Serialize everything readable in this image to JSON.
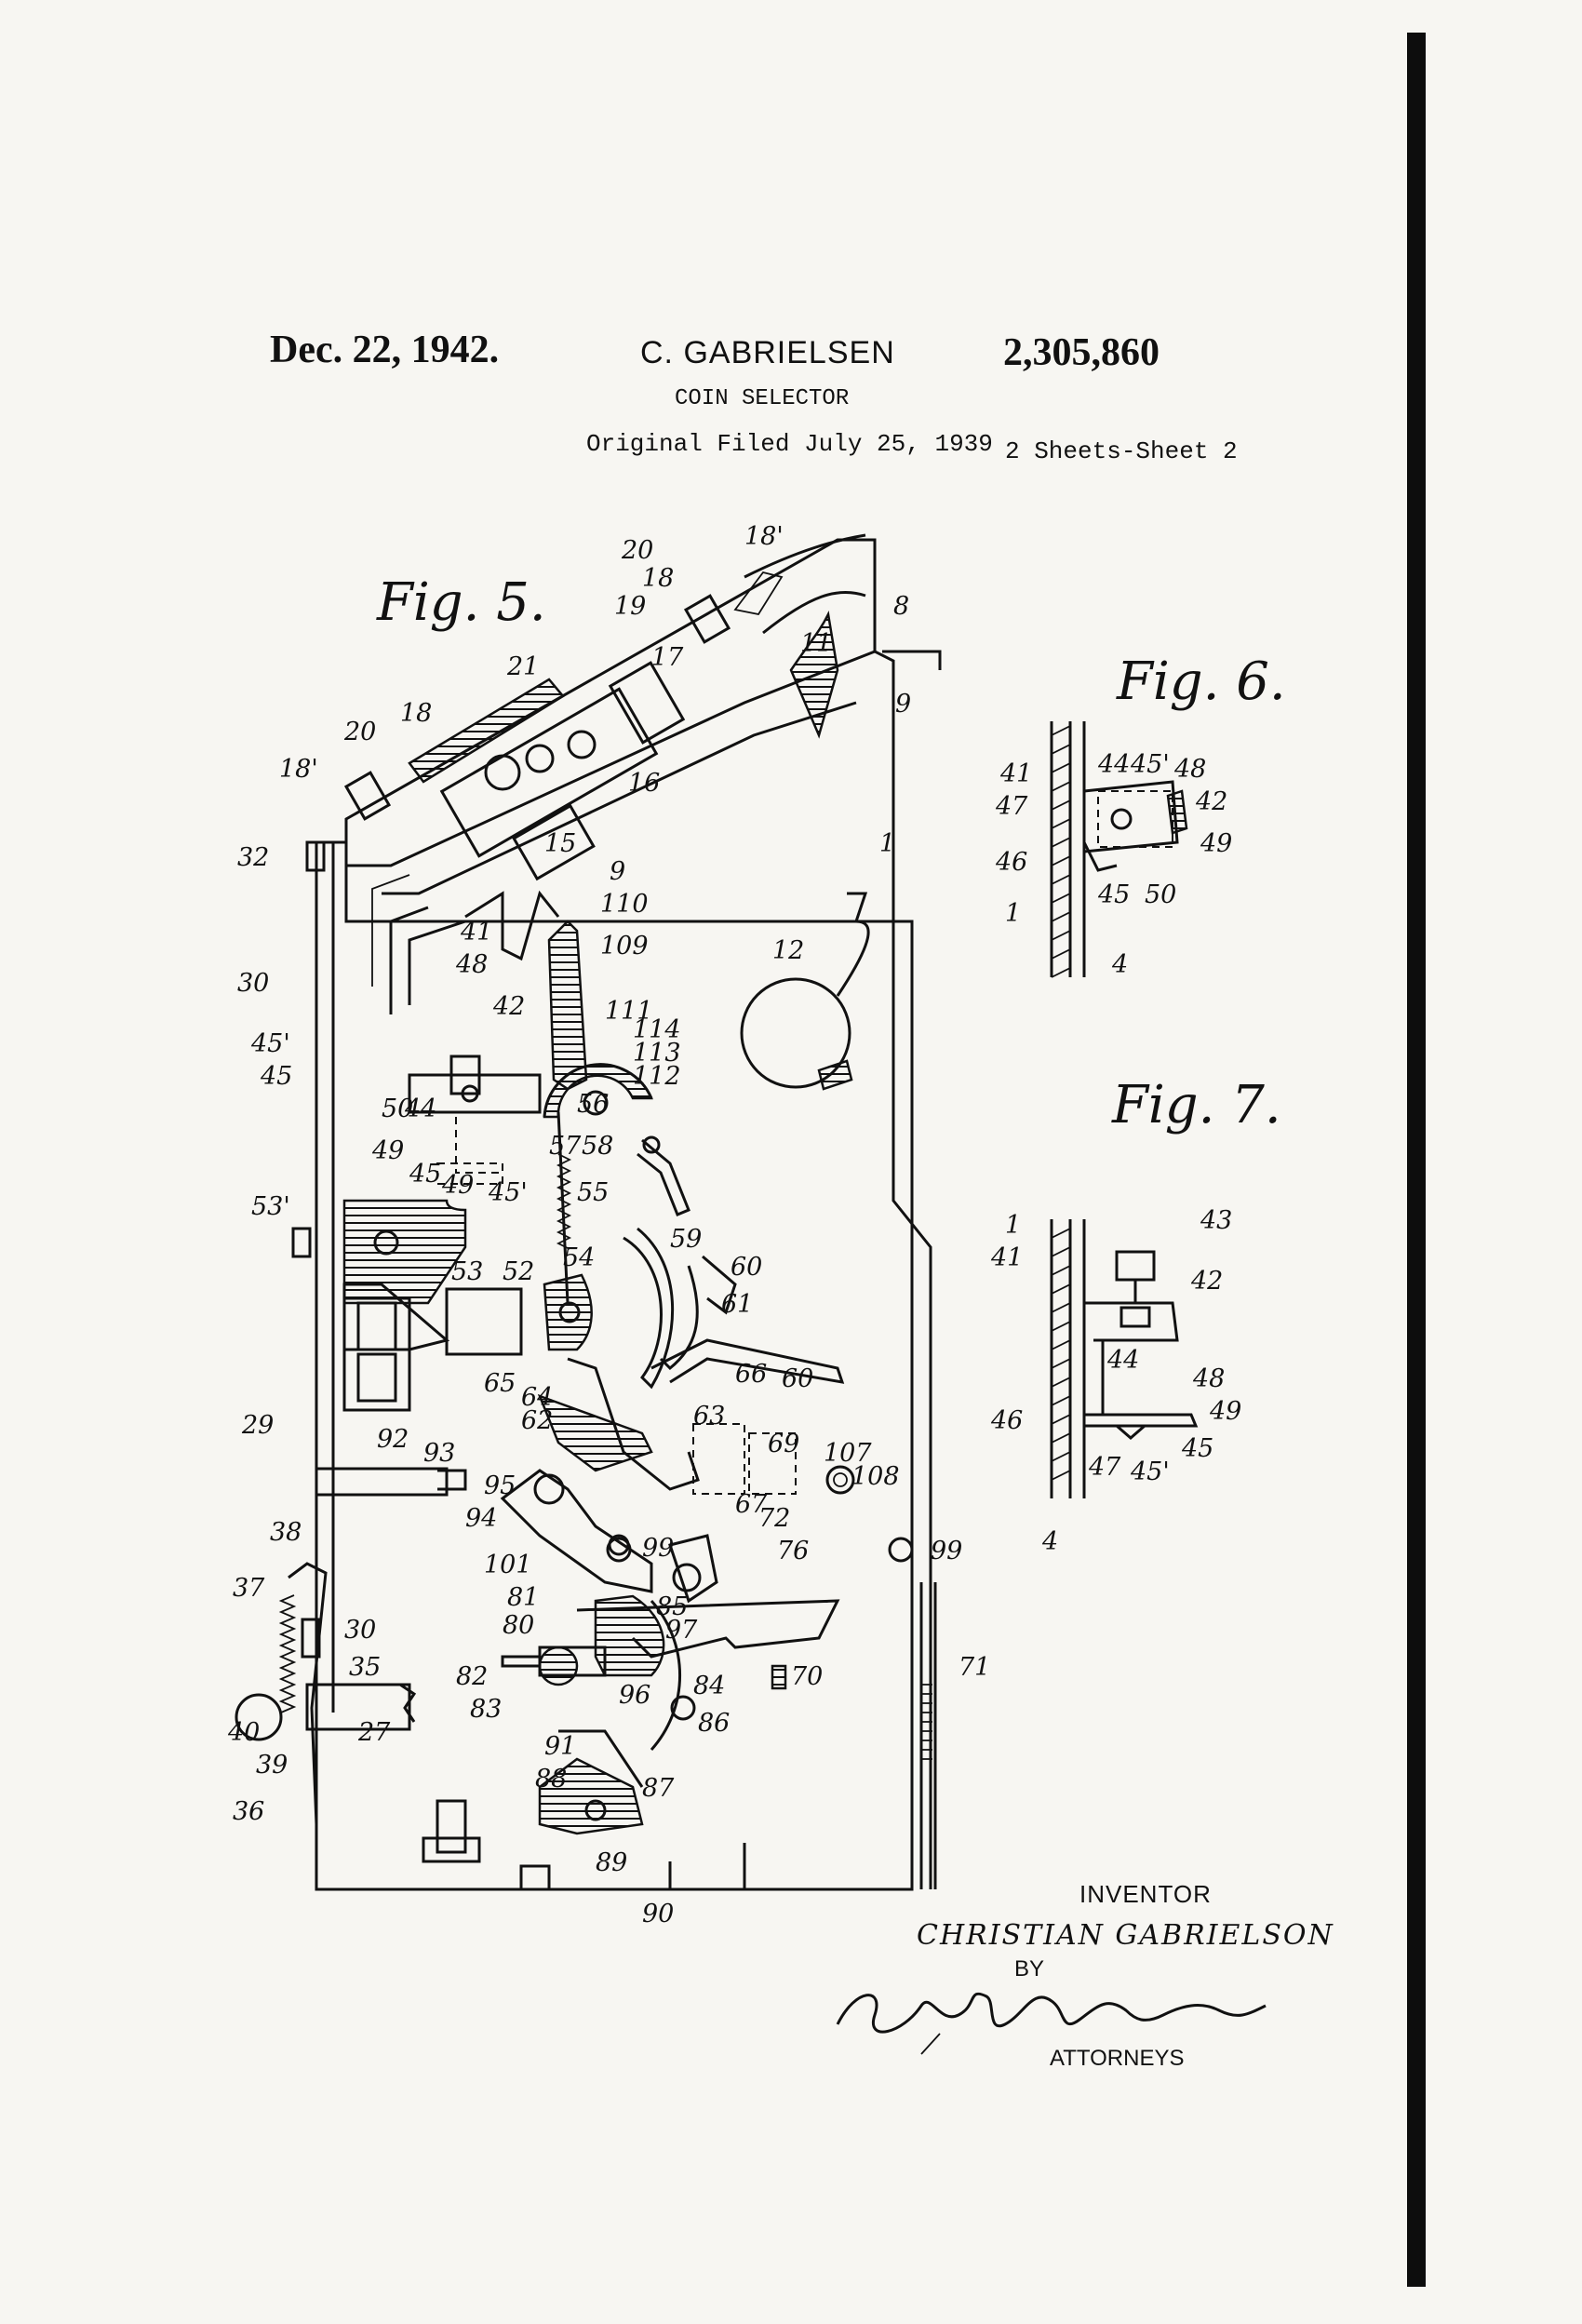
{
  "header": {
    "date": "Dec. 22, 1942.",
    "inventor_name": "C. GABRIELSEN",
    "patent_number": "2,305,860",
    "title": "COIN SELECTOR",
    "filed": "Original Filed July 25, 1939",
    "sheets": "2 Sheets-Sheet 2"
  },
  "figures": {
    "fig5": "Fig. 5.",
    "fig6": "Fig. 6.",
    "fig7": "Fig. 7."
  },
  "signature": {
    "inventor_label": "INVENTOR",
    "inventor_name": "CHRISTIAN GABRIELSON",
    "by": "BY",
    "attorneys": "ATTORNEYS"
  },
  "fig5_refs": [
    "20",
    "18'",
    "18",
    "19",
    "8",
    "17",
    "11",
    "9",
    "21",
    "18",
    "20",
    "18'",
    "16",
    "15",
    "32",
    "9",
    "110",
    "1",
    "41",
    "109",
    "12",
    "30",
    "48",
    "42",
    "111",
    "114",
    "113",
    "45'",
    "112",
    "45",
    "50",
    "44",
    "56",
    "57",
    "58",
    "49",
    "45",
    "45'",
    "55",
    "53'",
    "49",
    "59",
    "60",
    "54",
    "52",
    "53",
    "61",
    "66",
    "60",
    "65",
    "64",
    "63",
    "62",
    "69",
    "29",
    "92",
    "93",
    "107",
    "108",
    "95",
    "67",
    "72",
    "99",
    "94",
    "99",
    "38",
    "101",
    "76",
    "37",
    "81",
    "85",
    "80",
    "97",
    "30",
    "70",
    "71",
    "35",
    "82",
    "96",
    "84",
    "83",
    "86",
    "40",
    "27",
    "91",
    "39",
    "88",
    "87",
    "36",
    "89",
    "90"
  ],
  "fig6_refs": [
    "41",
    "44",
    "45'",
    "48",
    "47",
    "42",
    "46",
    "49",
    "45",
    "50",
    "1",
    "4"
  ],
  "fig7_refs": [
    "1",
    "43",
    "41",
    "42",
    "44",
    "48",
    "46",
    "49",
    "45",
    "47",
    "45'",
    "4"
  ]
}
